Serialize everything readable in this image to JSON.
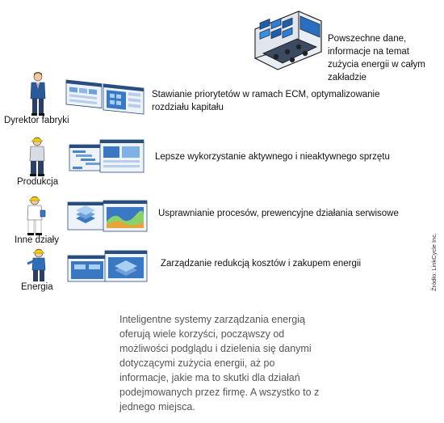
{
  "control_room": {
    "text": "Powszechne dane, informacje na temat zużycia energii w całym zakładzie"
  },
  "rows": [
    {
      "role": "Dyrektor fabryki",
      "benefit": "Stawianie priorytetów w ramach ECM, optymalizowanie rozdziału kapitału"
    },
    {
      "role": "Produkcja",
      "benefit": "Lepsze wykorzystanie aktywnego i nieaktywnego sprzętu"
    },
    {
      "role": "Inne działy",
      "benefit": "Usprawnianie procesów, prewencyjne działania serwisowe"
    },
    {
      "role": "Energia",
      "benefit": "Zarządzanie redukcją kosztów i zakupem energii"
    }
  ],
  "caption": "Inteligentne systemy zarządzania energią oferują wiele korzyści, począwszy od możliwości podglądu i dzielenia się danymi dotyczącymi zużycia energii, aż po informacje, jakie ma to skutki dla działań podejmowanych przez firmę. A wszystko to z jednego miejsca.",
  "source": "Źródło: LinkCycle Inc."
}
